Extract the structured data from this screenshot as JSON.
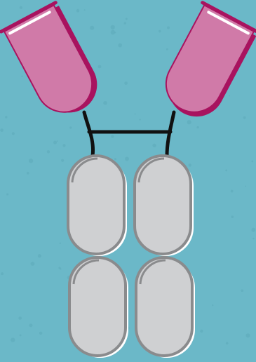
{
  "colors": {
    "background": "#6bb8c8",
    "background_speckle": "#5aa6b6",
    "arm_fill": "#d07aa8",
    "arm_edge": "#a8135f",
    "arm_highlight": "#ffffff",
    "hinge": "#111111",
    "domain_fill": "#cfd0d2",
    "domain_edge": "#8a8b8d",
    "domain_highlight": "#ffffff"
  },
  "parts": {
    "left_arm": "left-antigen-binding-arm",
    "right_arm": "right-antigen-binding-arm",
    "hinge": "hinge-region",
    "domains": [
      "upper-left-domain",
      "upper-right-domain",
      "lower-left-domain",
      "lower-right-domain"
    ]
  }
}
